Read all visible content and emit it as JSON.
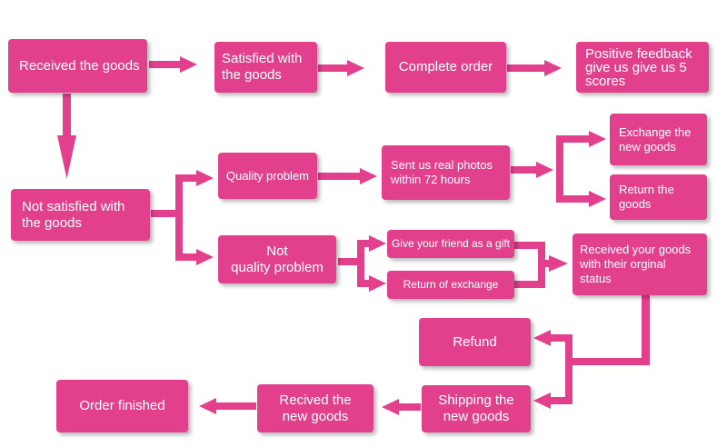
{
  "theme": {
    "box_color": "#e2408c",
    "arrow_color": "#e2408c",
    "text_color": "#ffffff"
  },
  "nodes": {
    "received_goods": "Received the goods",
    "satisfied": "Satisfied with\nthe goods",
    "complete_order": "Complete order",
    "positive_feedback": "Positive feedback\ngive us give us 5\nscores",
    "not_satisfied": "Not satisfied with\nthe goods",
    "quality_problem": "Quality problem",
    "not_quality_problem": "Not\nquality problem",
    "sent_photos": "Sent us real photos\nwithin 72 hours",
    "exchange_new_goods": "Exchange the\nnew goods",
    "return_goods": "Return the\ngoods",
    "give_friend_gift": "Give your friend as a gift",
    "return_of_exchange": "Return of exchange",
    "received_original_status": "Received your goods\nwith their orginal\nstatus",
    "refund": "Refund",
    "shipping_new_goods": "Shipping the\nnew goods",
    "recived_new_goods": "Recived the\nnew goods",
    "order_finished": "Order finished"
  }
}
